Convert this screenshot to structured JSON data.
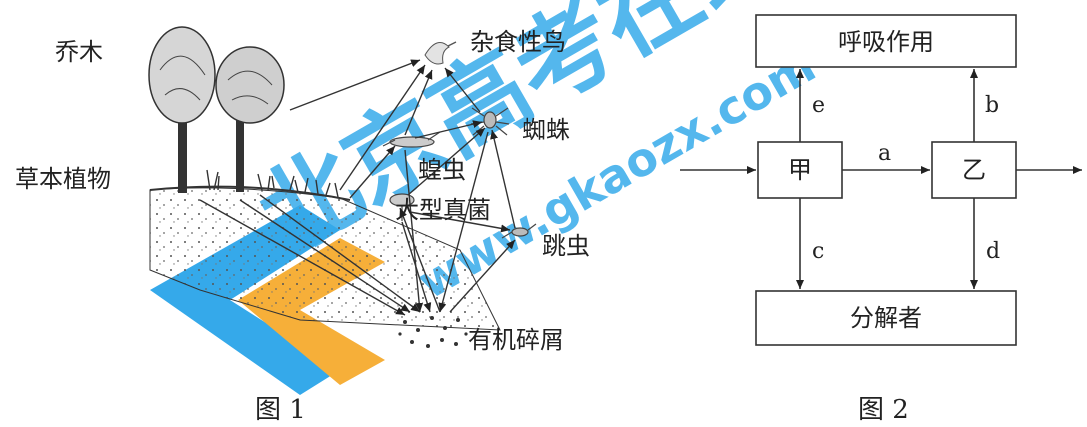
{
  "watermark": {
    "text_cn": "北京高考在线",
    "text_url": "www.gkaozx.com",
    "color_blue": "#1fa0e8",
    "color_orange": "#f5a623"
  },
  "figure1": {
    "caption": "图 1",
    "labels": {
      "tree": "乔木",
      "herb": "草本植物",
      "bird": "杂食性鸟",
      "spider": "蜘蛛",
      "aphid": "蝗虫",
      "fungus": "大型真菌",
      "springtail": "跳虫",
      "detritus": "有机碎屑"
    }
  },
  "figure2": {
    "caption": "图 2",
    "boxes": {
      "respiration": "呼吸作用",
      "jia": "甲",
      "yi": "乙",
      "decomposer": "分解者"
    },
    "arrow_labels": {
      "a": "a",
      "b": "b",
      "c": "c",
      "d": "d",
      "e": "e"
    }
  }
}
